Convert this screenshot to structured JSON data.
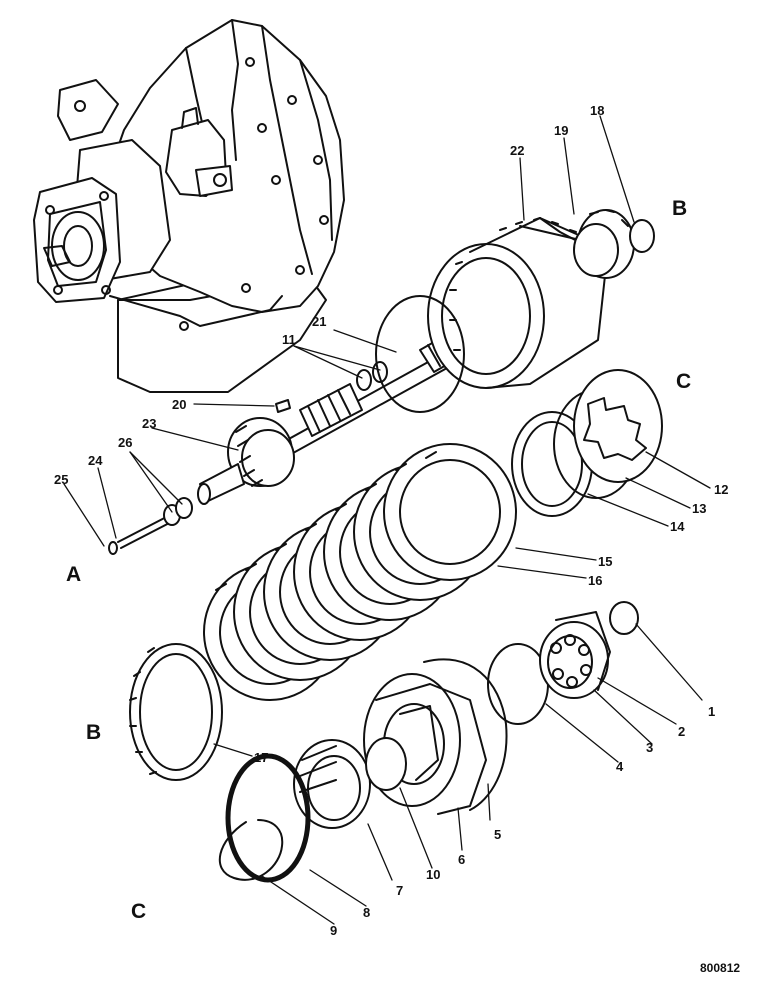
{
  "diagram": {
    "callouts": {
      "p1": "1",
      "p2": "2",
      "p3": "3",
      "p4": "4",
      "p5": "5",
      "p6": "6",
      "p7": "7",
      "p8": "8",
      "p9": "9",
      "p10": "10",
      "p11": "11",
      "p12": "12",
      "p13": "13",
      "p14": "14",
      "p15": "15",
      "p16": "16",
      "p17": "17",
      "p18": "18",
      "p19": "19",
      "p20": "20",
      "p21": "21",
      "p22": "22",
      "p23": "23",
      "p24": "24",
      "p25": "25",
      "p26": "26"
    },
    "section_letters": {
      "a_left": "A",
      "b_top": "B",
      "b_left": "B",
      "c_right": "C",
      "c_bottom": "C"
    },
    "drawing_code": "800812",
    "colors": {
      "ink": "#111111",
      "paper": "#ffffff"
    }
  }
}
